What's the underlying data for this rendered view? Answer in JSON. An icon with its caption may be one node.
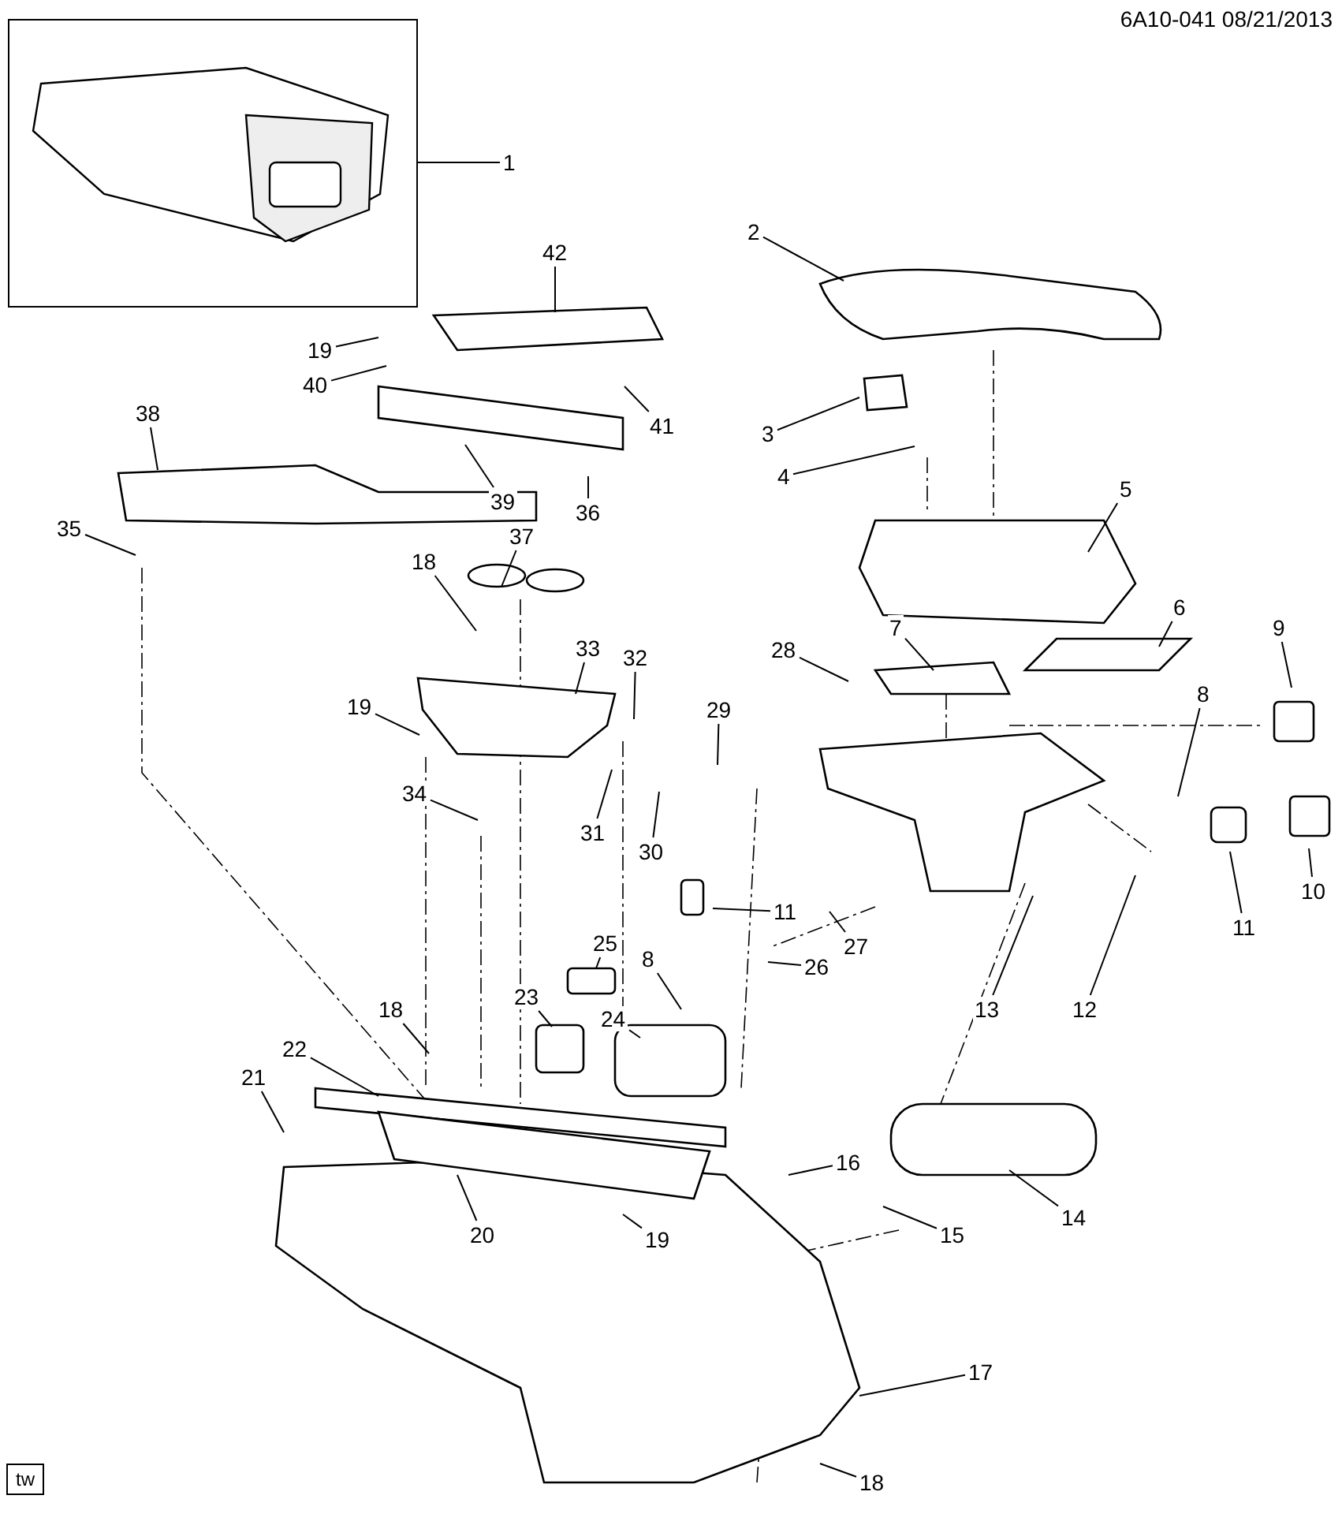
{
  "diagram": {
    "nodes": [
      {
        "text": [],
        "shape": "picture"
      },
      {
        "text": [
          "1"
        ]
      },
      {
        "text": [
          "2"
        ]
      },
      {
        "text": [
          "42"
        ]
      },
      {
        "text": [
          "19"
        ]
      },
      {
        "text": [
          "40"
        ]
      },
      {
        "text": [
          "41"
        ]
      },
      {
        "text": [
          "3"
        ]
      },
      {
        "text": [
          "38"
        ]
      },
      {
        "text": [
          "39"
        ]
      },
      {
        "text": [
          "4"
        ]
      },
      {
        "text": [
          "36"
        ]
      },
      {
        "text": [
          "35"
        ]
      },
      {
        "text": [
          "5"
        ]
      },
      {
        "text": [
          "37"
        ]
      },
      {
        "text": [
          "18"
        ]
      },
      {
        "text": [
          "33"
        ]
      },
      {
        "text": [
          "6"
        ]
      },
      {
        "text": [
          "19"
        ]
      },
      {
        "text": [
          "32"
        ]
      },
      {
        "text": [
          "28"
        ]
      },
      {
        "text": [
          "7"
        ]
      },
      {
        "text": [
          "9"
        ]
      },
      {
        "text": [
          "29"
        ]
      },
      {
        "text": [
          "8"
        ]
      },
      {
        "text": [
          "34"
        ]
      },
      {
        "text": [
          "31"
        ]
      },
      {
        "text": [
          "30"
        ]
      },
      {
        "text": [
          "11"
        ]
      },
      {
        "text": [
          "10"
        ]
      },
      {
        "text": [
          "11"
        ]
      },
      {
        "text": [
          "25"
        ]
      },
      {
        "text": [
          "8"
        ]
      },
      {
        "text": [
          "27"
        ]
      },
      {
        "text": [
          "26"
        ]
      },
      {
        "text": [
          "13"
        ]
      },
      {
        "text": [
          "12"
        ]
      },
      {
        "text": [
          "23"
        ]
      },
      {
        "text": [
          "24"
        ]
      },
      {
        "text": [
          "18"
        ]
      },
      {
        "text": [
          "22"
        ]
      },
      {
        "text": [
          "21"
        ]
      },
      {
        "text": [
          "16"
        ]
      },
      {
        "text": [
          "14"
        ]
      },
      {
        "text": [
          "20"
        ]
      },
      {
        "text": [
          "15"
        ]
      },
      {
        "text": [
          "19"
        ]
      },
      {
        "text": [
          "17"
        ]
      },
      {
        "text": [
          "18"
        ]
      }
    ],
    "edges": [
      {
        "from": 1,
        "to": 0,
        "arrow": "none"
      },
      {
        "from": 2,
        "to": null,
        "arrow": "none"
      },
      {
        "from": 3,
        "to": null,
        "arrow": "none"
      },
      {
        "from": 4,
        "to": null,
        "arrow": "none"
      },
      {
        "from": 5,
        "to": null,
        "arrow": "none"
      },
      {
        "from": 6,
        "to": null,
        "arrow": "none"
      },
      {
        "from": 7,
        "to": null,
        "arrow": "none"
      },
      {
        "from": 8,
        "to": null,
        "arrow": "none"
      },
      {
        "from": 9,
        "to": null,
        "arrow": "none"
      },
      {
        "from": 10,
        "to": null,
        "arrow": "none"
      },
      {
        "from": 11,
        "to": null,
        "arrow": "none"
      },
      {
        "from": 12,
        "to": null,
        "arrow": "none"
      },
      {
        "from": 13,
        "to": null,
        "arrow": "none"
      },
      {
        "from": 14,
        "to": null,
        "arrow": "none"
      },
      {
        "from": 15,
        "to": null,
        "arrow": "none"
      },
      {
        "from": 16,
        "to": null,
        "arrow": "none"
      },
      {
        "from": 17,
        "to": null,
        "arrow": "none"
      },
      {
        "from": 18,
        "to": null,
        "arrow": "none"
      },
      {
        "from": 19,
        "to": null,
        "arrow": "none"
      },
      {
        "from": 20,
        "to": null,
        "arrow": "none"
      },
      {
        "from": 21,
        "to": null,
        "arrow": "none"
      },
      {
        "from": 22,
        "to": null,
        "arrow": "none"
      },
      {
        "from": 23,
        "to": null,
        "arrow": "none"
      },
      {
        "from": 24,
        "to": null,
        "arrow": "none"
      },
      {
        "from": 25,
        "to": null,
        "arrow": "none"
      },
      {
        "from": 26,
        "to": null,
        "arrow": "none"
      },
      {
        "from": 27,
        "to": null,
        "arrow": "none"
      },
      {
        "from": 28,
        "to": null,
        "arrow": "none"
      },
      {
        "from": 29,
        "to": null,
        "arrow": "none"
      },
      {
        "from": 30,
        "to": null,
        "arrow": "none"
      },
      {
        "from": 31,
        "to": null,
        "arrow": "none"
      },
      {
        "from": 32,
        "to": null,
        "arrow": "none"
      },
      {
        "from": 33,
        "to": null,
        "arrow": "none"
      },
      {
        "from": 34,
        "to": null,
        "arrow": "none"
      },
      {
        "from": 35,
        "to": null,
        "arrow": "none"
      },
      {
        "from": 36,
        "to": null,
        "arrow": "none"
      },
      {
        "from": 37,
        "to": null,
        "arrow": "none"
      },
      {
        "from": 38,
        "to": null,
        "arrow": "none"
      },
      {
        "from": 39,
        "to": null,
        "arrow": "none"
      },
      {
        "from": 40,
        "to": null,
        "arrow": "none"
      },
      {
        "from": 41,
        "to": null,
        "arrow": "none"
      },
      {
        "from": 42,
        "to": null,
        "arrow": "none"
      },
      {
        "from": 43,
        "to": null,
        "arrow": "none"
      },
      {
        "from": 44,
        "to": null,
        "arrow": "none"
      },
      {
        "from": 45,
        "to": null,
        "arrow": "none"
      },
      {
        "from": 46,
        "to": null,
        "arrow": "none"
      },
      {
        "from": 47,
        "to": null,
        "arrow": "none"
      },
      {
        "from": 48,
        "to": null,
        "arrow": "none"
      }
    ],
    "labels": [
      "6A10-041 08/21/2013",
      "tw"
    ]
  }
}
